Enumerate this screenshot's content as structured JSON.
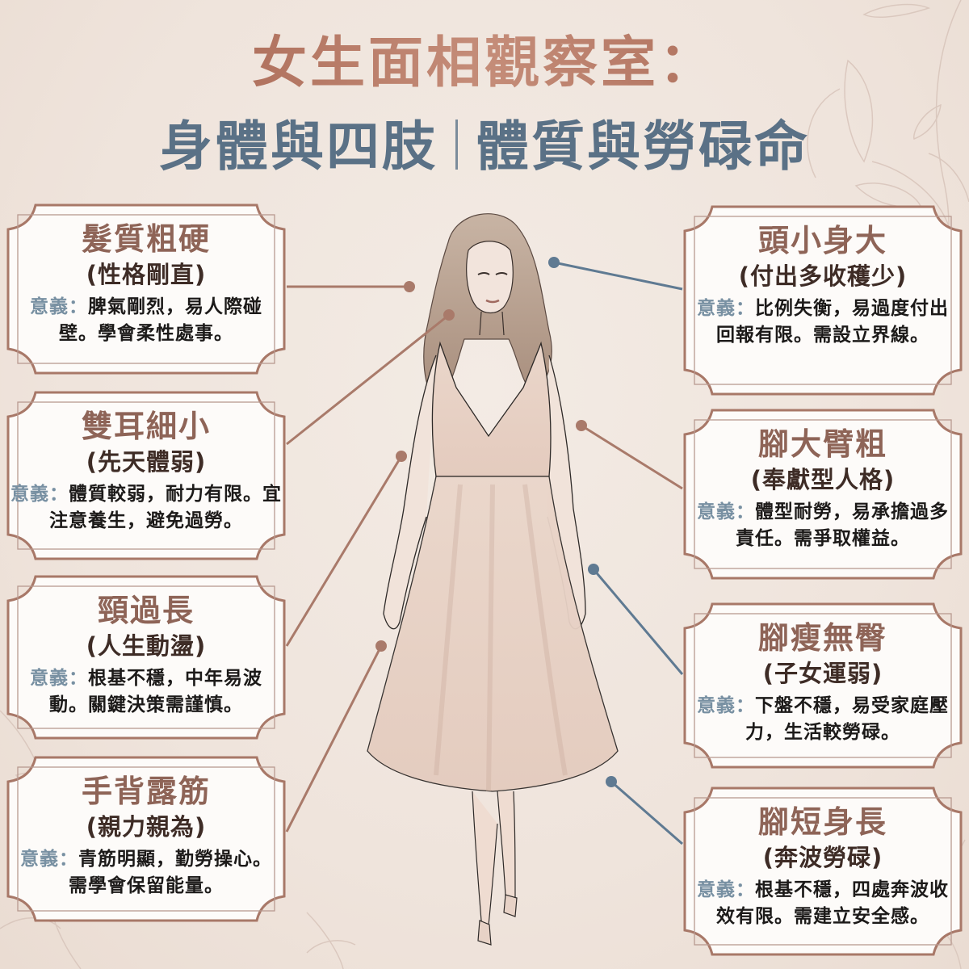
{
  "header": {
    "title_line1": "女生面相觀察室：",
    "title_line2_left": "身體與四肢",
    "title_line2_right": "體質與勞碌命"
  },
  "colors": {
    "background": "#efe4dc",
    "title_rose": "#a8654f",
    "title_slate": "#5a7186",
    "frame_border": "#a87868",
    "connector_brown": "#a97a6a",
    "connector_blue": "#5f7a92",
    "label_blue": "#7890a2"
  },
  "meaning_label": "意義：",
  "cards_left": [
    {
      "title": "髮質粗硬",
      "subtitle": "(性格剛直)",
      "body": "脾氣剛烈，易人際碰壁。學會柔性處事。",
      "connector_color": "brown"
    },
    {
      "title": "雙耳細小",
      "subtitle": "(先天體弱)",
      "body": "體質較弱，耐力有限。宜注意養生，避免過勞。",
      "connector_color": "brown"
    },
    {
      "title": "頸過長",
      "subtitle": "(人生動盪)",
      "body": "根基不穩，中年易波動。關鍵決策需謹慎。",
      "connector_color": "brown"
    },
    {
      "title": "手背露筋",
      "subtitle": "(親力親為)",
      "body": "青筋明顯，勤勞操心。需學會保留能量。",
      "connector_color": "brown"
    }
  ],
  "cards_right": [
    {
      "title": "頭小身大",
      "subtitle": "(付出多收穫少)",
      "body": "比例失衡，易過度付出回報有限。需設立界線。",
      "connector_color": "blue"
    },
    {
      "title": "腳大臂粗",
      "subtitle": "(奉獻型人格)",
      "body": "體型耐勞，易承擔過多責任。需爭取權益。",
      "connector_color": "brown"
    },
    {
      "title": "腳瘦無臀",
      "subtitle": "(子女運弱)",
      "body": "下盤不穩，易受家庭壓力，生活較勞碌。",
      "connector_color": "blue"
    },
    {
      "title": "腳短身長",
      "subtitle": "(奔波勞碌)",
      "body": "根基不穩，四處奔波收效有限。需建立安全感。",
      "connector_color": "blue"
    }
  ],
  "illustration": {
    "subject": "woman-in-slip-dress-fashion-sketch"
  }
}
